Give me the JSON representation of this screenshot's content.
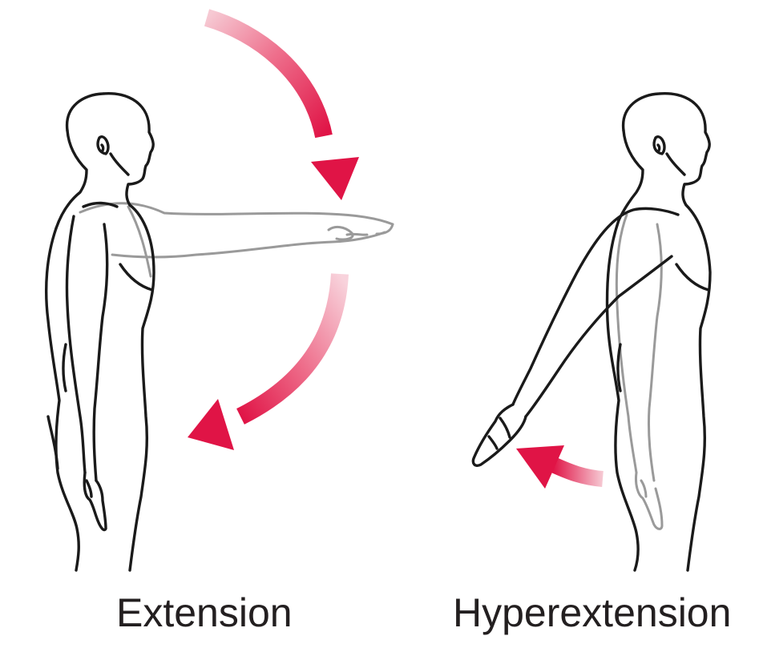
{
  "figure": {
    "panels": [
      {
        "caption": "Extension"
      },
      {
        "caption": "Hyperextension"
      }
    ],
    "colors": {
      "outline": "#1a1a1a",
      "ghost_limb": "#9a9a9a",
      "arrow_strong": "#e01446",
      "arrow_faded": "#f6c9d3",
      "caption_text": "#231f20"
    },
    "icons": [
      "person-outline",
      "curved-arrow",
      "straight-arrow"
    ]
  }
}
